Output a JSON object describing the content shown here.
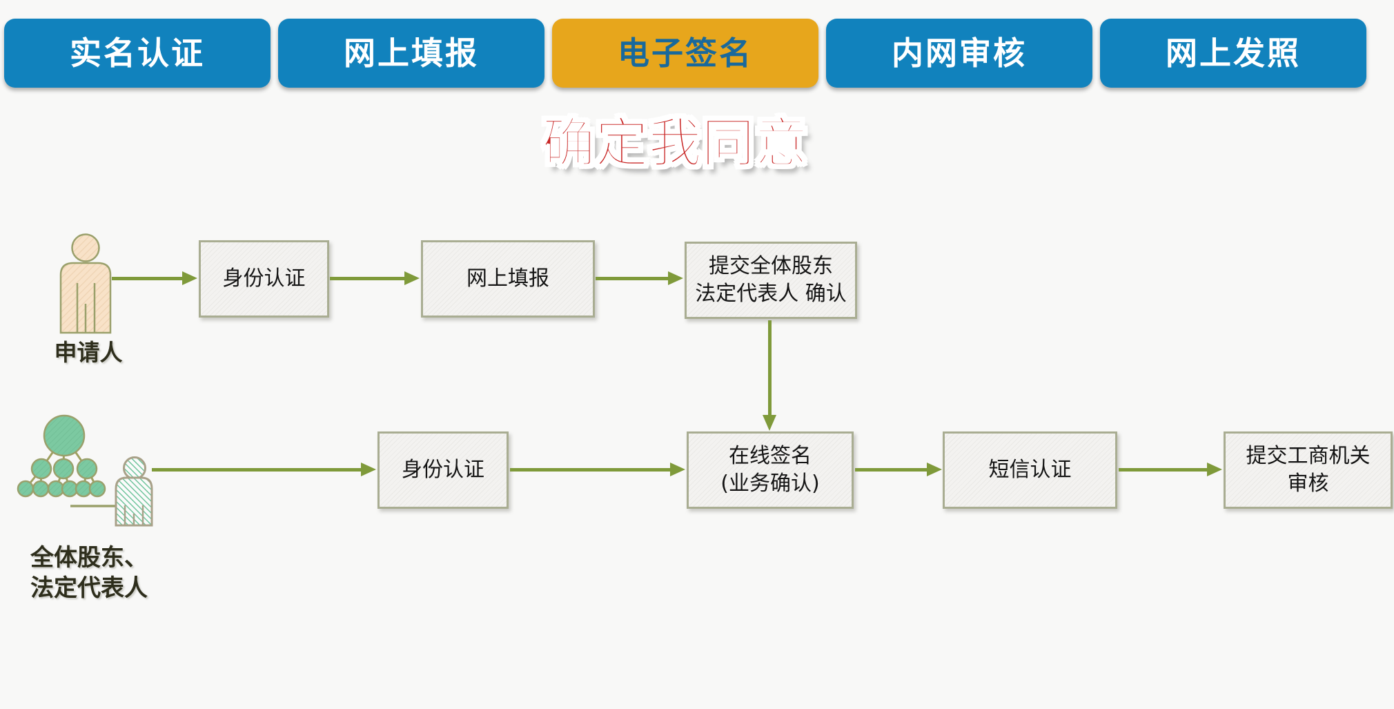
{
  "tabs": [
    {
      "label": "实名认证",
      "active": false
    },
    {
      "label": "网上填报",
      "active": false
    },
    {
      "label": "电子签名",
      "active": true
    },
    {
      "label": "内网审核",
      "active": false
    },
    {
      "label": "网上发照",
      "active": false
    }
  ],
  "title": "确定我同意",
  "diagram": {
    "actor1": {
      "label": "申请人"
    },
    "actor2": {
      "label_line1": "全体股东、",
      "label_line2": "法定代表人"
    },
    "row1": {
      "box1": "身份认证",
      "box2": "网上填报",
      "box3_line1": "提交全体股东",
      "box3_line2": "法定代表人 确认"
    },
    "row2": {
      "box1": "身份认证",
      "box2_line1": "在线签名",
      "box2_line2": "(业务确认)",
      "box3": "短信认证",
      "box4_line1": "提交工商机关",
      "box4_line2": "审核"
    }
  },
  "colors": {
    "tab_blue": "#1182bd",
    "tab_gold": "#e7a61c",
    "tab_gold_text": "#19699c",
    "title_red": "#c82524",
    "arrow_olive": "#7f9a3a",
    "box_border": "#a9ad92",
    "box_fill": "#f2f1ef",
    "applicant_fill": "#f8e2c8",
    "group_green": "#7cc9a1",
    "icon_stroke": "#9aa06b"
  }
}
